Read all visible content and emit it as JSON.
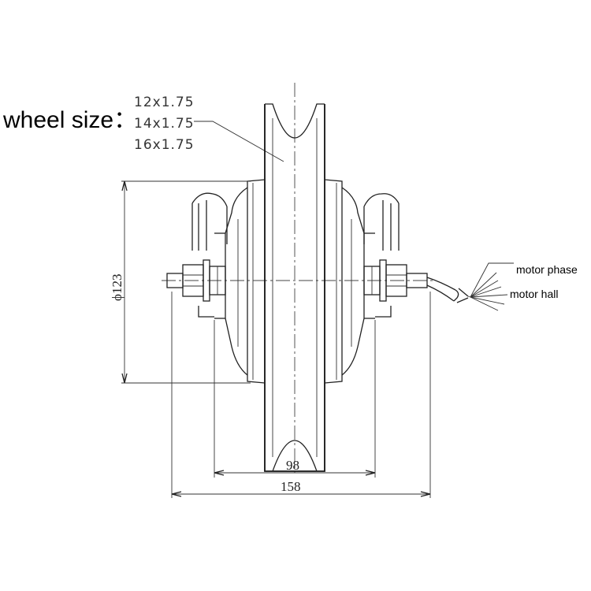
{
  "title": "wheel size：",
  "wheel_sizes": [
    "12x1.75",
    "14x1.75",
    "16x1.75"
  ],
  "dimensions": {
    "diameter": "ϕ123",
    "inner_width": "98",
    "outer_width": "158"
  },
  "cable_labels": {
    "phase": "motor phase",
    "hall": "motor hall"
  }
}
